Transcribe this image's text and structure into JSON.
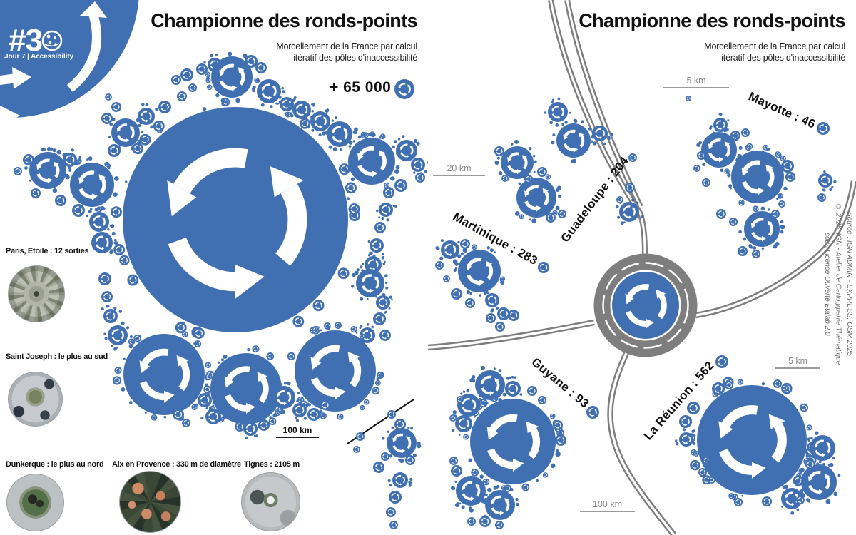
{
  "badge": {
    "number": "#3",
    "globe_icon": "globe-icon",
    "day_line": "Jour 7 | Accessibility"
  },
  "left_panel": {
    "title": "Championne des ronds-points",
    "subtitle_line1": "Morcellement de la France par calcul",
    "subtitle_line2": "itératif des pôles d'inaccessibilité",
    "total_count": "+ 65 000",
    "scale_label": "100 km",
    "photos": [
      {
        "caption": "Paris, Etoile : 12 sorties"
      },
      {
        "caption": "Saint Joseph : le plus au sud"
      },
      {
        "caption": "Dunkerque : le plus au nord"
      },
      {
        "caption": "Aix en Provence : 330 m de diamètre"
      },
      {
        "caption": "Tignes : 2105 m"
      }
    ]
  },
  "right_panel": {
    "title": "Championne des ronds-points",
    "subtitle_line1": "Morcellement de la France par calcul",
    "subtitle_line2": "itératif des pôles d'inaccessibilité",
    "territories": [
      {
        "name": "Martinique",
        "count": 283,
        "label": "Martinique : 283"
      },
      {
        "name": "Guadeloupe",
        "count": 204,
        "label": "Guadeloupe : 204"
      },
      {
        "name": "Mayotte",
        "count": 46,
        "label": "Mayotte : 46"
      },
      {
        "name": "Guyane",
        "count": 93,
        "label": "Guyane : 93"
      },
      {
        "name": "La Réunion",
        "count": 562,
        "label": "La Réunion : 562"
      }
    ],
    "scales": [
      {
        "area": "Martinique / Guadeloupe",
        "label": "20 km"
      },
      {
        "area": "Mayotte",
        "label": "5 km"
      },
      {
        "area": "La Réunion",
        "label": "5 km"
      },
      {
        "area": "Guyane",
        "label": "100 km"
      }
    ],
    "source_line1": "Source : IGN ADMIN - EXPRESS, OSM 2025",
    "source_line2": "© 2025, IGN - Atelier de Cartogrpahie Thématique",
    "source_line3": "sous Licence Ouverte Etalab 2.0"
  },
  "colors": {
    "roundabout_blue": "#4170B2",
    "road_gray": "#7E7E7E",
    "scale_gray": "#9A9A9A"
  }
}
